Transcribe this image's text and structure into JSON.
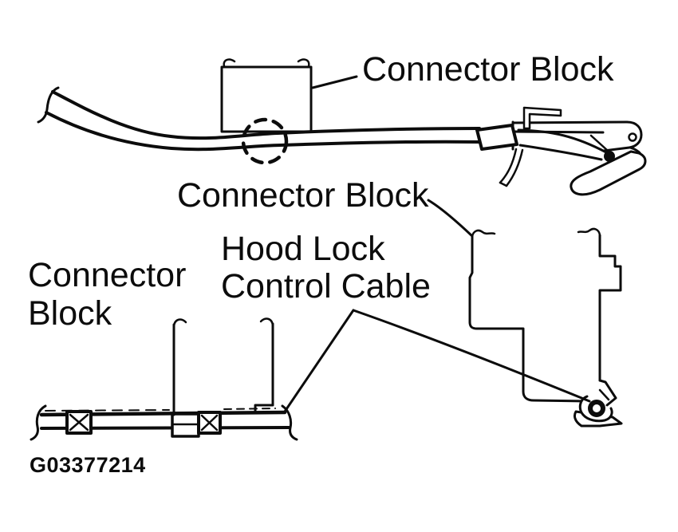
{
  "colors": {
    "ink": "#0c0c0c",
    "paper": "#ffffff"
  },
  "figure": {
    "id": "G03377214",
    "labels": {
      "top_connector_block": "Connector Block",
      "middle_connector_block": "Connector Block",
      "left_connector_block_line1": "Connector",
      "left_connector_block_line2": "Block",
      "hood_lock_line1": "Hood Lock",
      "hood_lock_line2": "Control Cable"
    }
  }
}
